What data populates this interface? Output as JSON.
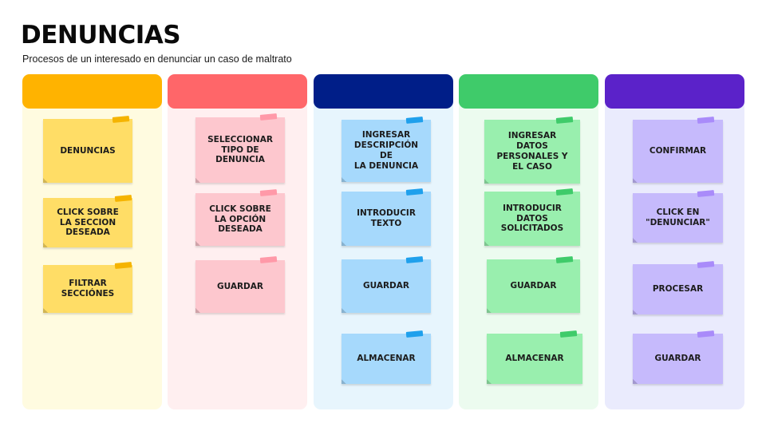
{
  "page": {
    "title": "DENUNCIAS",
    "subtitle": "Procesos de un interesado en denunciar un caso de maltrato"
  },
  "colors": {
    "yellow": {
      "header": "#FFB300",
      "body": "#FFFBE0",
      "note": "#FFDD66",
      "tape": "#F5B400"
    },
    "red": {
      "header": "#FF6669",
      "body": "#FFEFF0",
      "note": "#FDC7CE",
      "tape": "#FF99A8"
    },
    "blue": {
      "header": "#001E88",
      "body": "#E7F5FD",
      "note": "#A6D9FC",
      "tape": "#1FA0EC"
    },
    "green": {
      "header": "#3FCB6A",
      "body": "#ECFBEF",
      "note": "#99EFAE",
      "tape": "#3FCB6A"
    },
    "purple": {
      "header": "#5B22C9",
      "body": "#EAEBFD",
      "note": "#C6BAFC",
      "tape": "#A98BFA"
    }
  },
  "columns": [
    {
      "notes": [
        "DENUNCIAS",
        "CLICK SOBRE\nLA SECCION\nDESEADA",
        "FILTRAR\nSECCIÓNES"
      ]
    },
    {
      "notes": [
        "SELECCIONAR\nTIPO DE\nDENUNCIA",
        "CLICK SOBRE\nLA OPCIÓN\nDESEADA",
        "GUARDAR"
      ]
    },
    {
      "notes": [
        "INGRESAR\nDESCRIPCIÓN DE\nLA DENUNCIA",
        "INTRODUCIR\nTEXTO",
        "GUARDAR",
        "ALMACENAR"
      ]
    },
    {
      "notes": [
        "INGRESAR\nDATOS\nPERSONALES Y\nEL CASO",
        "INTRODUCIR\nDATOS\nSOLICITADOS",
        "GUARDAR",
        "ALMACENAR"
      ]
    },
    {
      "notes": [
        "CONFIRMAR",
        "CLICK EN\n\"DENUNCIAR\"",
        "PROCESAR",
        "GUARDAR"
      ]
    }
  ]
}
